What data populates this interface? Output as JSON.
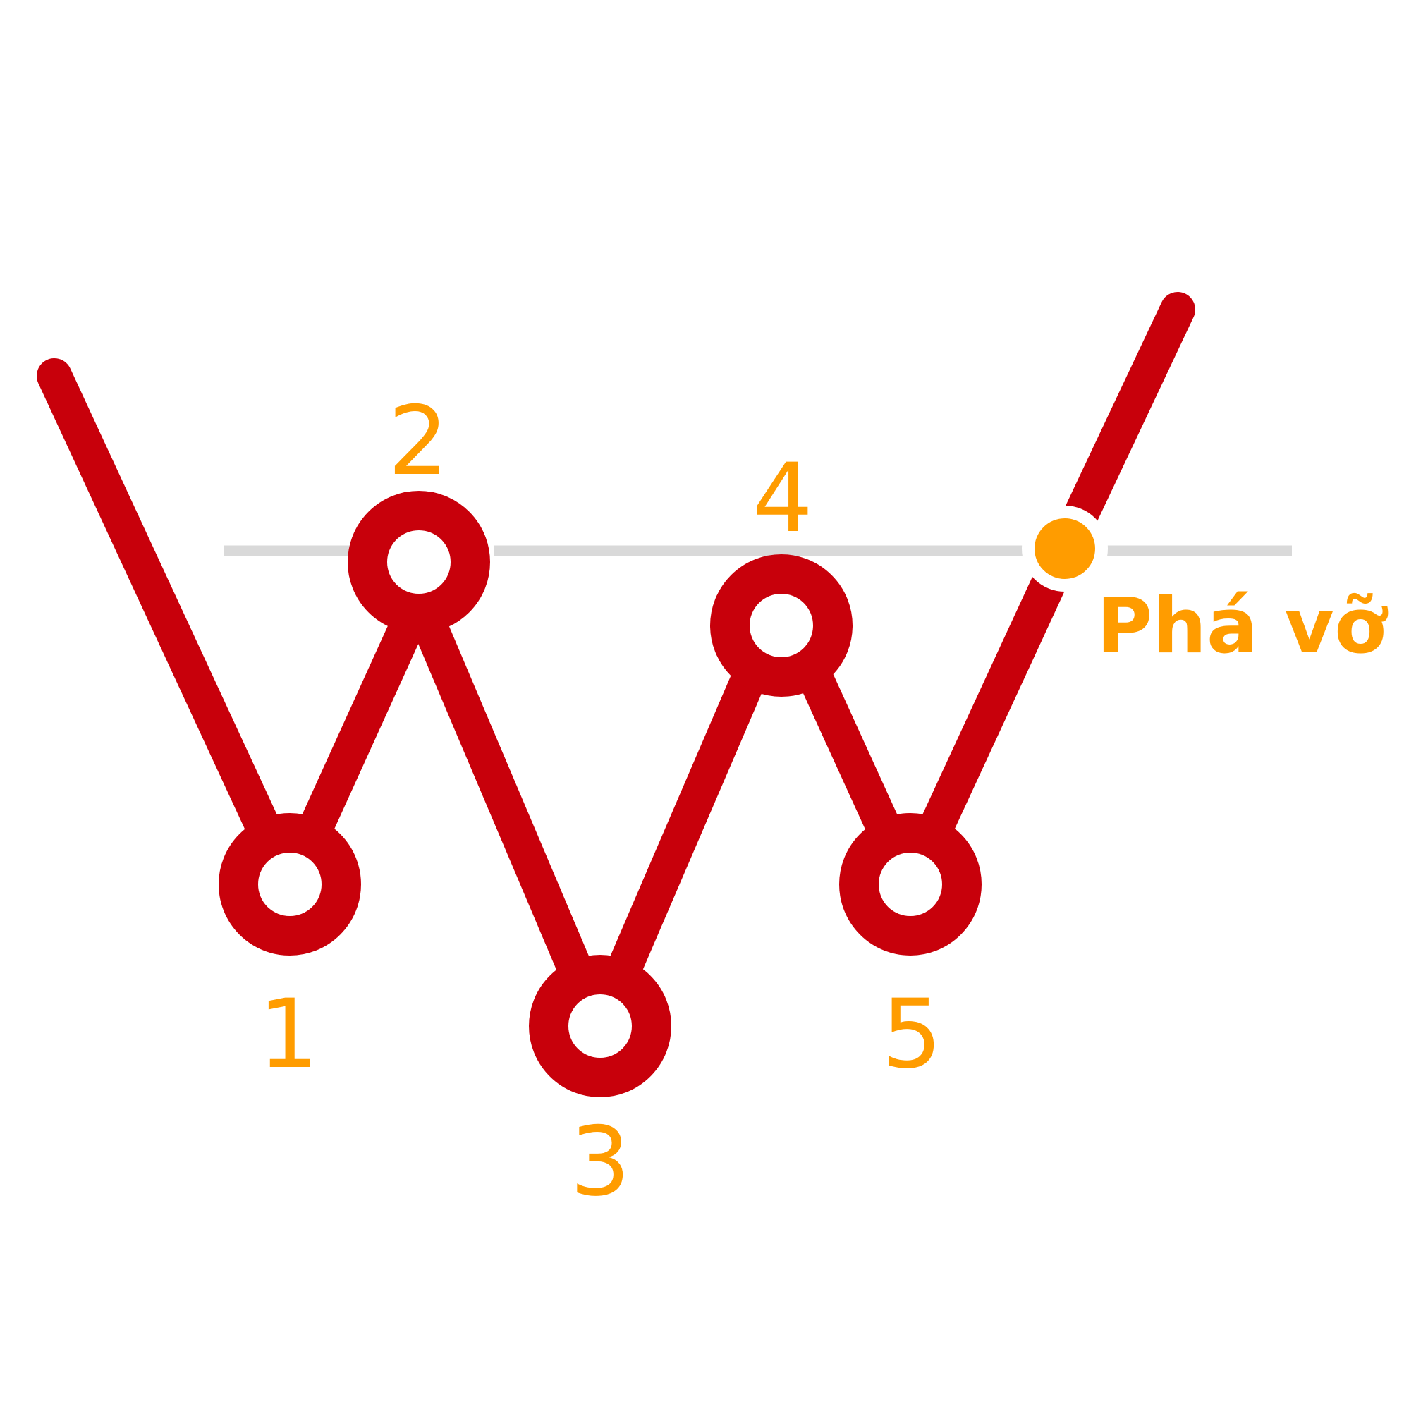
{
  "colors": {
    "background": "#ffffff",
    "pattern_line": "#c8000b",
    "neckline": "#d9d9d9",
    "label": "#ff9c00",
    "node_fill": "#ffffff"
  },
  "points": [
    {
      "id": "1",
      "label": "1"
    },
    {
      "id": "2",
      "label": "2"
    },
    {
      "id": "3",
      "label": "3"
    },
    {
      "id": "4",
      "label": "4"
    },
    {
      "id": "5",
      "label": "5"
    }
  ],
  "breakout": {
    "label": "Phá vỡ"
  }
}
